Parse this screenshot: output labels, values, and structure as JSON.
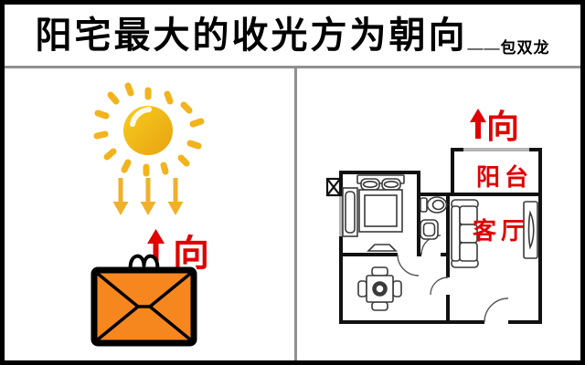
{
  "title": {
    "main": "阳宅最大的收光方为朝向",
    "author": "——包双龙"
  },
  "left_panel": {
    "sun_icon": "sun-with-rays",
    "sunlight_arrows_icon": "three-down-arrows",
    "orientation": {
      "arrow": "↑",
      "label": "向"
    },
    "house_icon": "orange-envelope-dwelling"
  },
  "right_panel": {
    "orientation": {
      "arrow": "↑",
      "label": "向"
    },
    "rooms": {
      "balcony": "阳台",
      "living_room": "客厅"
    },
    "floorplan_icon": "apartment-floor-plan"
  },
  "colors": {
    "accent_red": "#e00000",
    "sun_gold": "#f2b31c",
    "arrow_gold": "#f1b02a",
    "envelope_orange": "#f6871f",
    "wall_black": "#111111",
    "divider_gray": "#8f8f8f"
  }
}
